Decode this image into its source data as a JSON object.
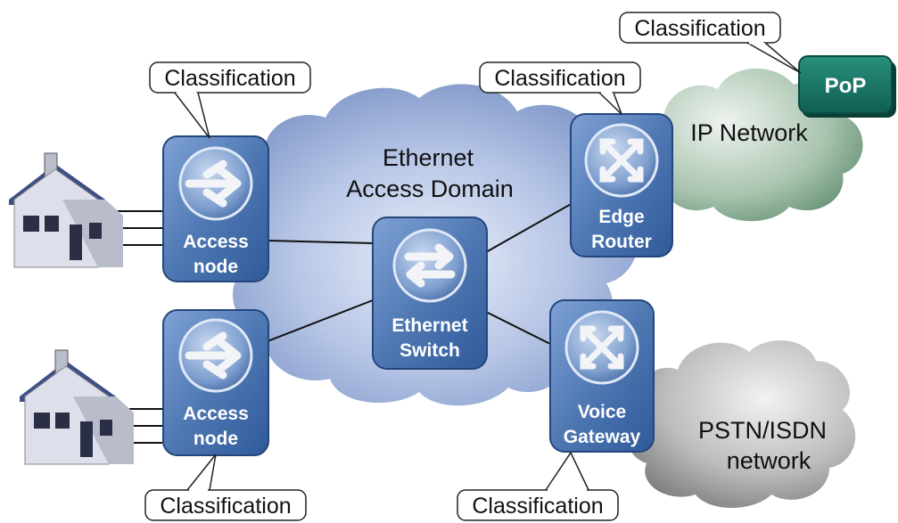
{
  "clouds": {
    "ethernet_domain": [
      "Ethernet",
      "Access Domain"
    ],
    "ip_network": "IP Network",
    "pstn": [
      "PSTN/ISDN",
      "network"
    ]
  },
  "devices": {
    "access_node_top": [
      "Access",
      "node"
    ],
    "access_node_bottom": [
      "Access",
      "node"
    ],
    "ethernet_switch": [
      "Ethernet",
      "Switch"
    ],
    "edge_router": [
      "Edge",
      "Router"
    ],
    "voice_gateway": [
      "Voice",
      "Gateway"
    ],
    "pop": "PoP"
  },
  "callouts": {
    "access_top": "Classification",
    "access_bottom": "Classification",
    "edge_router": "Classification",
    "voice_gateway": "Classification",
    "pop": "Classification"
  },
  "colors": {
    "device_fill": "#4f78b3",
    "device_fill_dark": "#2f5a99",
    "pop_fill": "#1a7a6a",
    "ethernet_cloud": "#9fb3d9",
    "ip_cloud": "#7fa48c",
    "pstn_cloud": "#8a8a8a",
    "house_roof": "#4c5d93",
    "house_wall": "#d6d9e4"
  },
  "icons": [
    "house-icon",
    "router-arrows-icon",
    "switch-arrows-icon",
    "crossroad-arrows-icon"
  ]
}
